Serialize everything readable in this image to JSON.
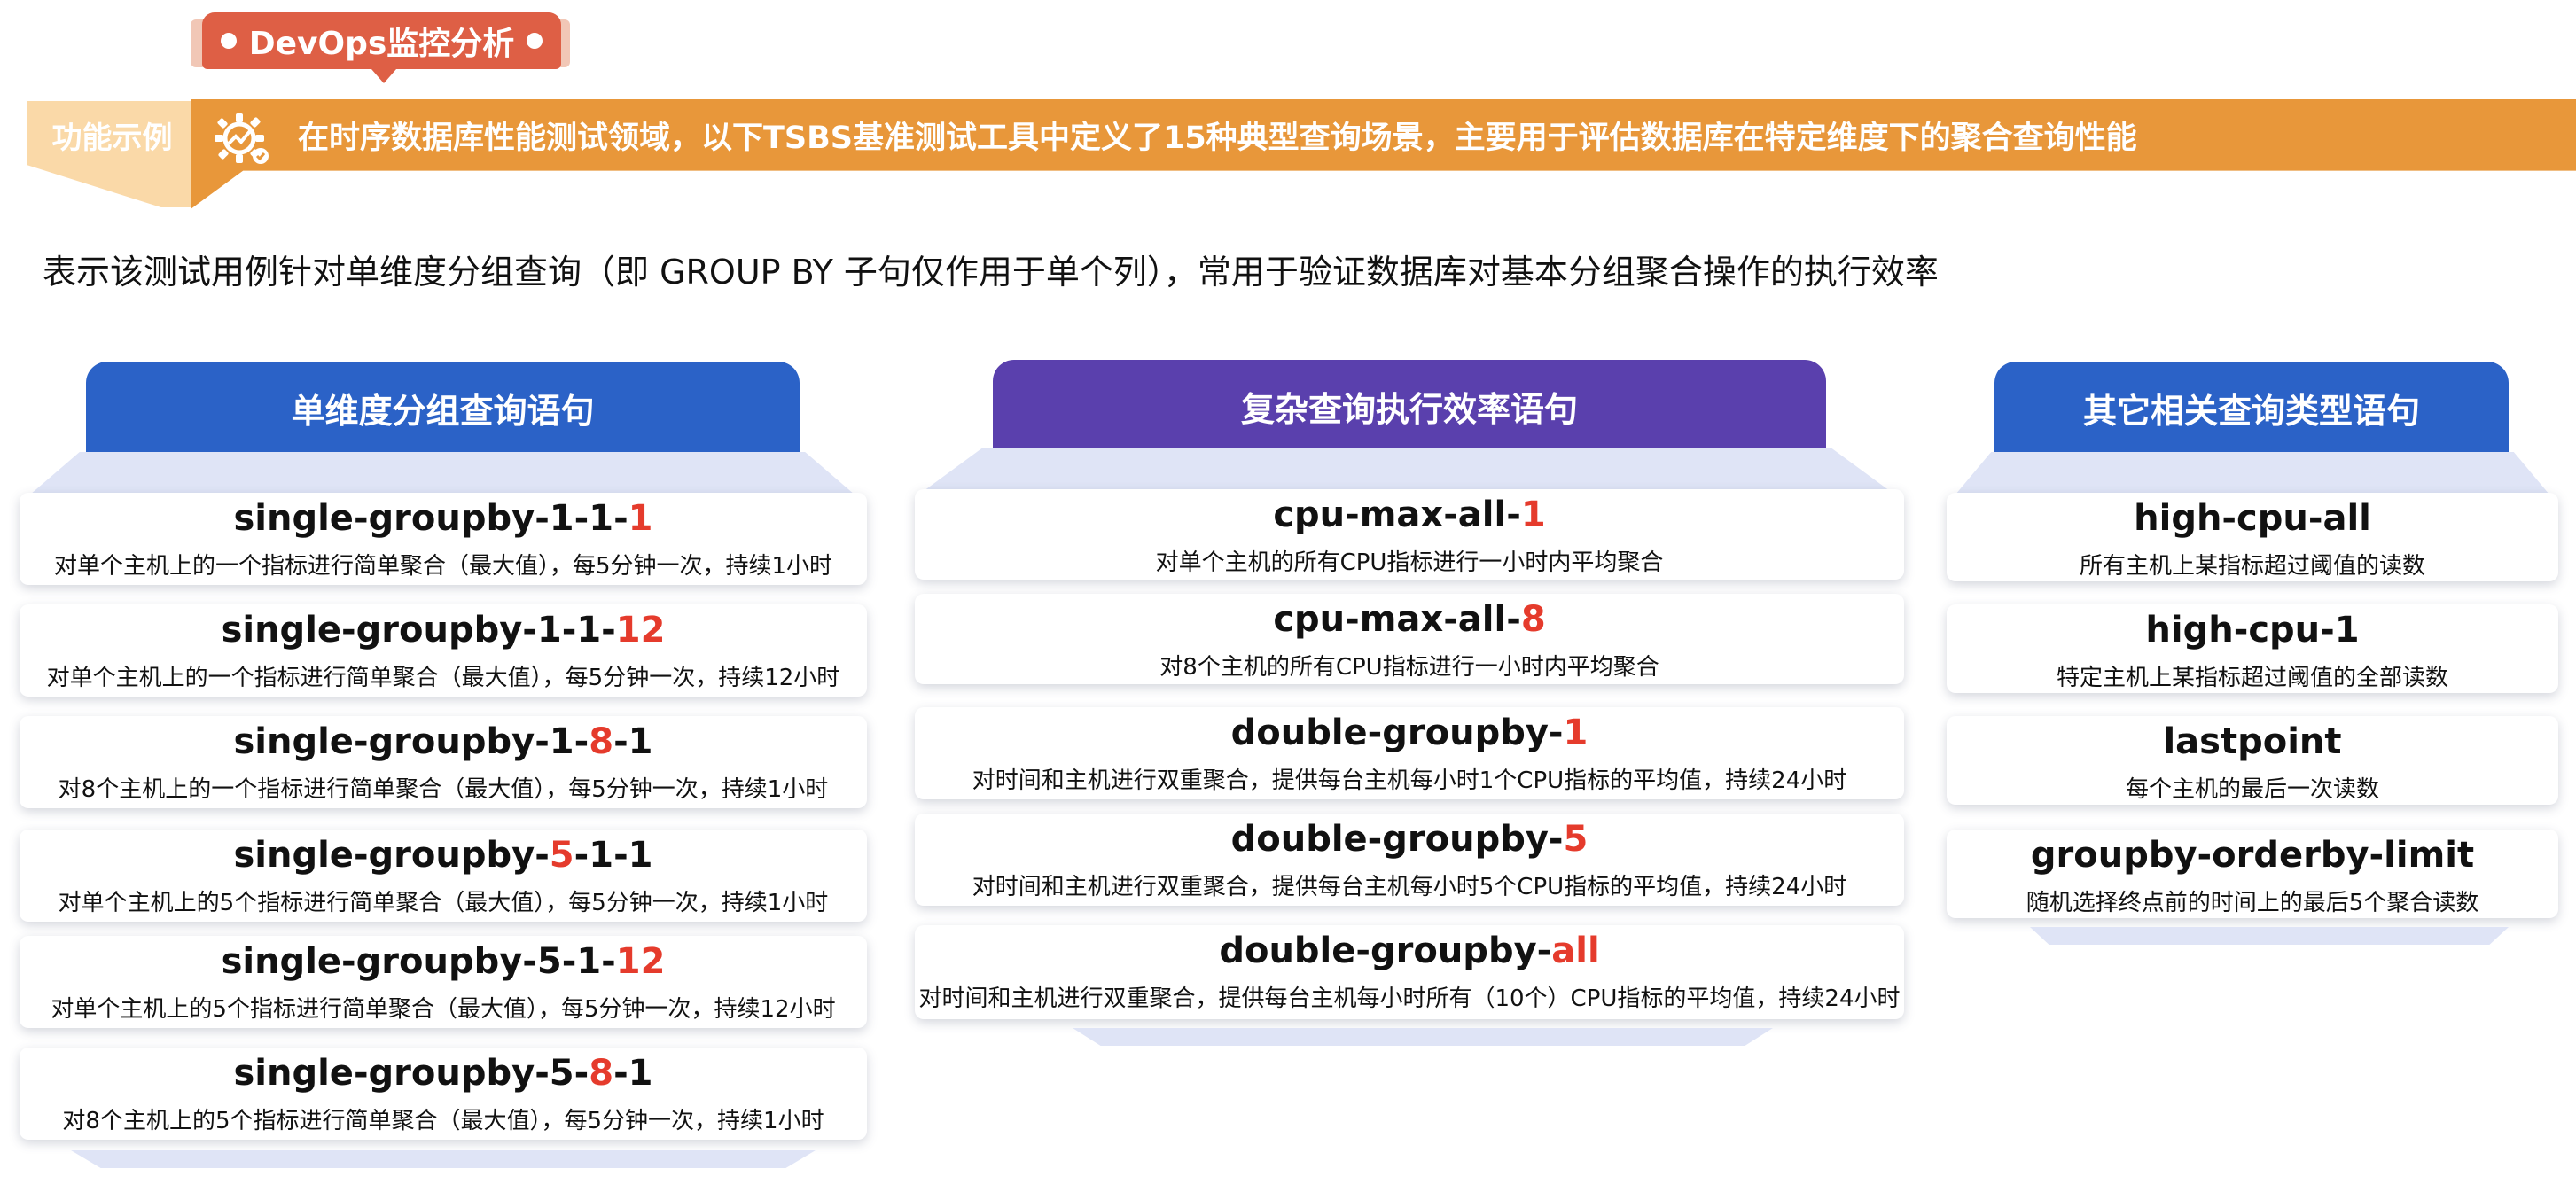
{
  "tag": {
    "label": "DevOps监控分析"
  },
  "banner": {
    "label": "功能示例",
    "icon": "gear-chart-icon",
    "text": "在时序数据库性能测试领域，以下TSBS基准测试工具中定义了15种典型查询场景，主要用于评估数据库在特定维度下的聚合查询性能"
  },
  "subtitle": "表示该测试用例针对单维度分组查询（即 GROUP BY 子句仅作用于单个列），常用于验证数据库对基本分组聚合操作的执行效率",
  "colors": {
    "col1_header": "#2b62c7",
    "col2_header": "#5a40ad",
    "col3_header": "#2b62c7",
    "accent_red": "#e53b2c",
    "banner": "#e8973a",
    "tag": "#de5f45"
  },
  "columns": [
    {
      "header": "单维度分组查询语句",
      "cards": [
        {
          "name_prefix": "single-groupby-1-1-",
          "name_red": "1",
          "name_suffix": "",
          "desc": "对单个主机上的一个指标进行简单聚合（最大值），每5分钟一次，持续1小时"
        },
        {
          "name_prefix": "single-groupby-1-1-",
          "name_red": "12",
          "name_suffix": "",
          "desc": "对单个主机上的一个指标进行简单聚合（最大值），每5分钟一次，持续12小时"
        },
        {
          "name_prefix": "single-groupby-1-",
          "name_red": "8",
          "name_suffix": "-1",
          "desc": "对8个主机上的一个指标进行简单聚合（最大值），每5分钟一次，持续1小时"
        },
        {
          "name_prefix": "single-groupby-",
          "name_red": "5",
          "name_suffix": "-1-1",
          "desc": "对单个主机上的5个指标进行简单聚合（最大值），每5分钟一次，持续1小时"
        },
        {
          "name_prefix": "single-groupby-5-1-",
          "name_red": "12",
          "name_suffix": "",
          "desc": "对单个主机上的5个指标进行简单聚合（最大值），每5分钟一次，持续12小时"
        },
        {
          "name_prefix": "single-groupby-5-",
          "name_red": "8",
          "name_suffix": "-1",
          "desc": "对8个主机上的5个指标进行简单聚合（最大值），每5分钟一次，持续1小时"
        }
      ]
    },
    {
      "header": "复杂查询执行效率语句",
      "cards": [
        {
          "name_prefix": "cpu-max-all-",
          "name_red": "1",
          "name_suffix": "",
          "desc": "对单个主机的所有CPU指标进行一小时内平均聚合"
        },
        {
          "name_prefix": "cpu-max-all-",
          "name_red": "8",
          "name_suffix": "",
          "desc": "对8个主机的所有CPU指标进行一小时内平均聚合"
        },
        {
          "name_prefix": "double-groupby-",
          "name_red": "1",
          "name_suffix": "",
          "desc": "对时间和主机进行双重聚合，提供每台主机每小时1个CPU指标的平均值，持续24小时"
        },
        {
          "name_prefix": "double-groupby-",
          "name_red": "5",
          "name_suffix": "",
          "desc": "对时间和主机进行双重聚合，提供每台主机每小时5个CPU指标的平均值，持续24小时"
        },
        {
          "name_prefix": "double-groupby-",
          "name_red": "all",
          "name_suffix": "",
          "desc": "对时间和主机进行双重聚合，提供每台主机每小时所有（10个）CPU指标的平均值，持续24小时"
        }
      ]
    },
    {
      "header": "其它相关查询类型语句",
      "cards": [
        {
          "name_prefix": "high-cpu-all",
          "name_red": "",
          "name_suffix": "",
          "desc": "所有主机上某指标超过阈值的读数"
        },
        {
          "name_prefix": "high-cpu-1",
          "name_red": "",
          "name_suffix": "",
          "desc": "特定主机上某指标超过阈值的全部读数"
        },
        {
          "name_prefix": "lastpoint",
          "name_red": "",
          "name_suffix": "",
          "desc": "每个主机的最后一次读数"
        },
        {
          "name_prefix": "groupby-orderby-limit",
          "name_red": "",
          "name_suffix": "",
          "desc": "随机选择终点前的时间上的最后5个聚合读数"
        }
      ]
    }
  ]
}
